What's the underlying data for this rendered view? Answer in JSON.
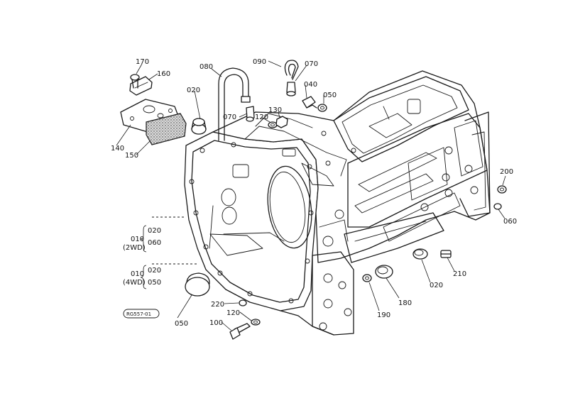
{
  "callouts": {
    "c170": "170",
    "c160": "160",
    "c080": "080",
    "c090": "090",
    "c070a": "070",
    "c070b": "070",
    "c020a": "020",
    "c040": "040",
    "c050a": "050",
    "c120a": "120",
    "c130": "130",
    "c140": "140",
    "c150": "150",
    "c200": "200",
    "c060": "060",
    "c210": "210",
    "c020b": "020",
    "c180": "180",
    "c190": "190",
    "c050b": "050",
    "c220": "220",
    "c120b": "120",
    "c100": "100"
  },
  "groups": {
    "twowd": {
      "parent": "010",
      "sub1": "020",
      "sub2": "060",
      "variant": "(2WD)"
    },
    "fourwd": {
      "parent": "010",
      "sub1": "020",
      "sub2": "050",
      "variant": "(4WD)"
    }
  },
  "drawing_ref": "RG557-01"
}
